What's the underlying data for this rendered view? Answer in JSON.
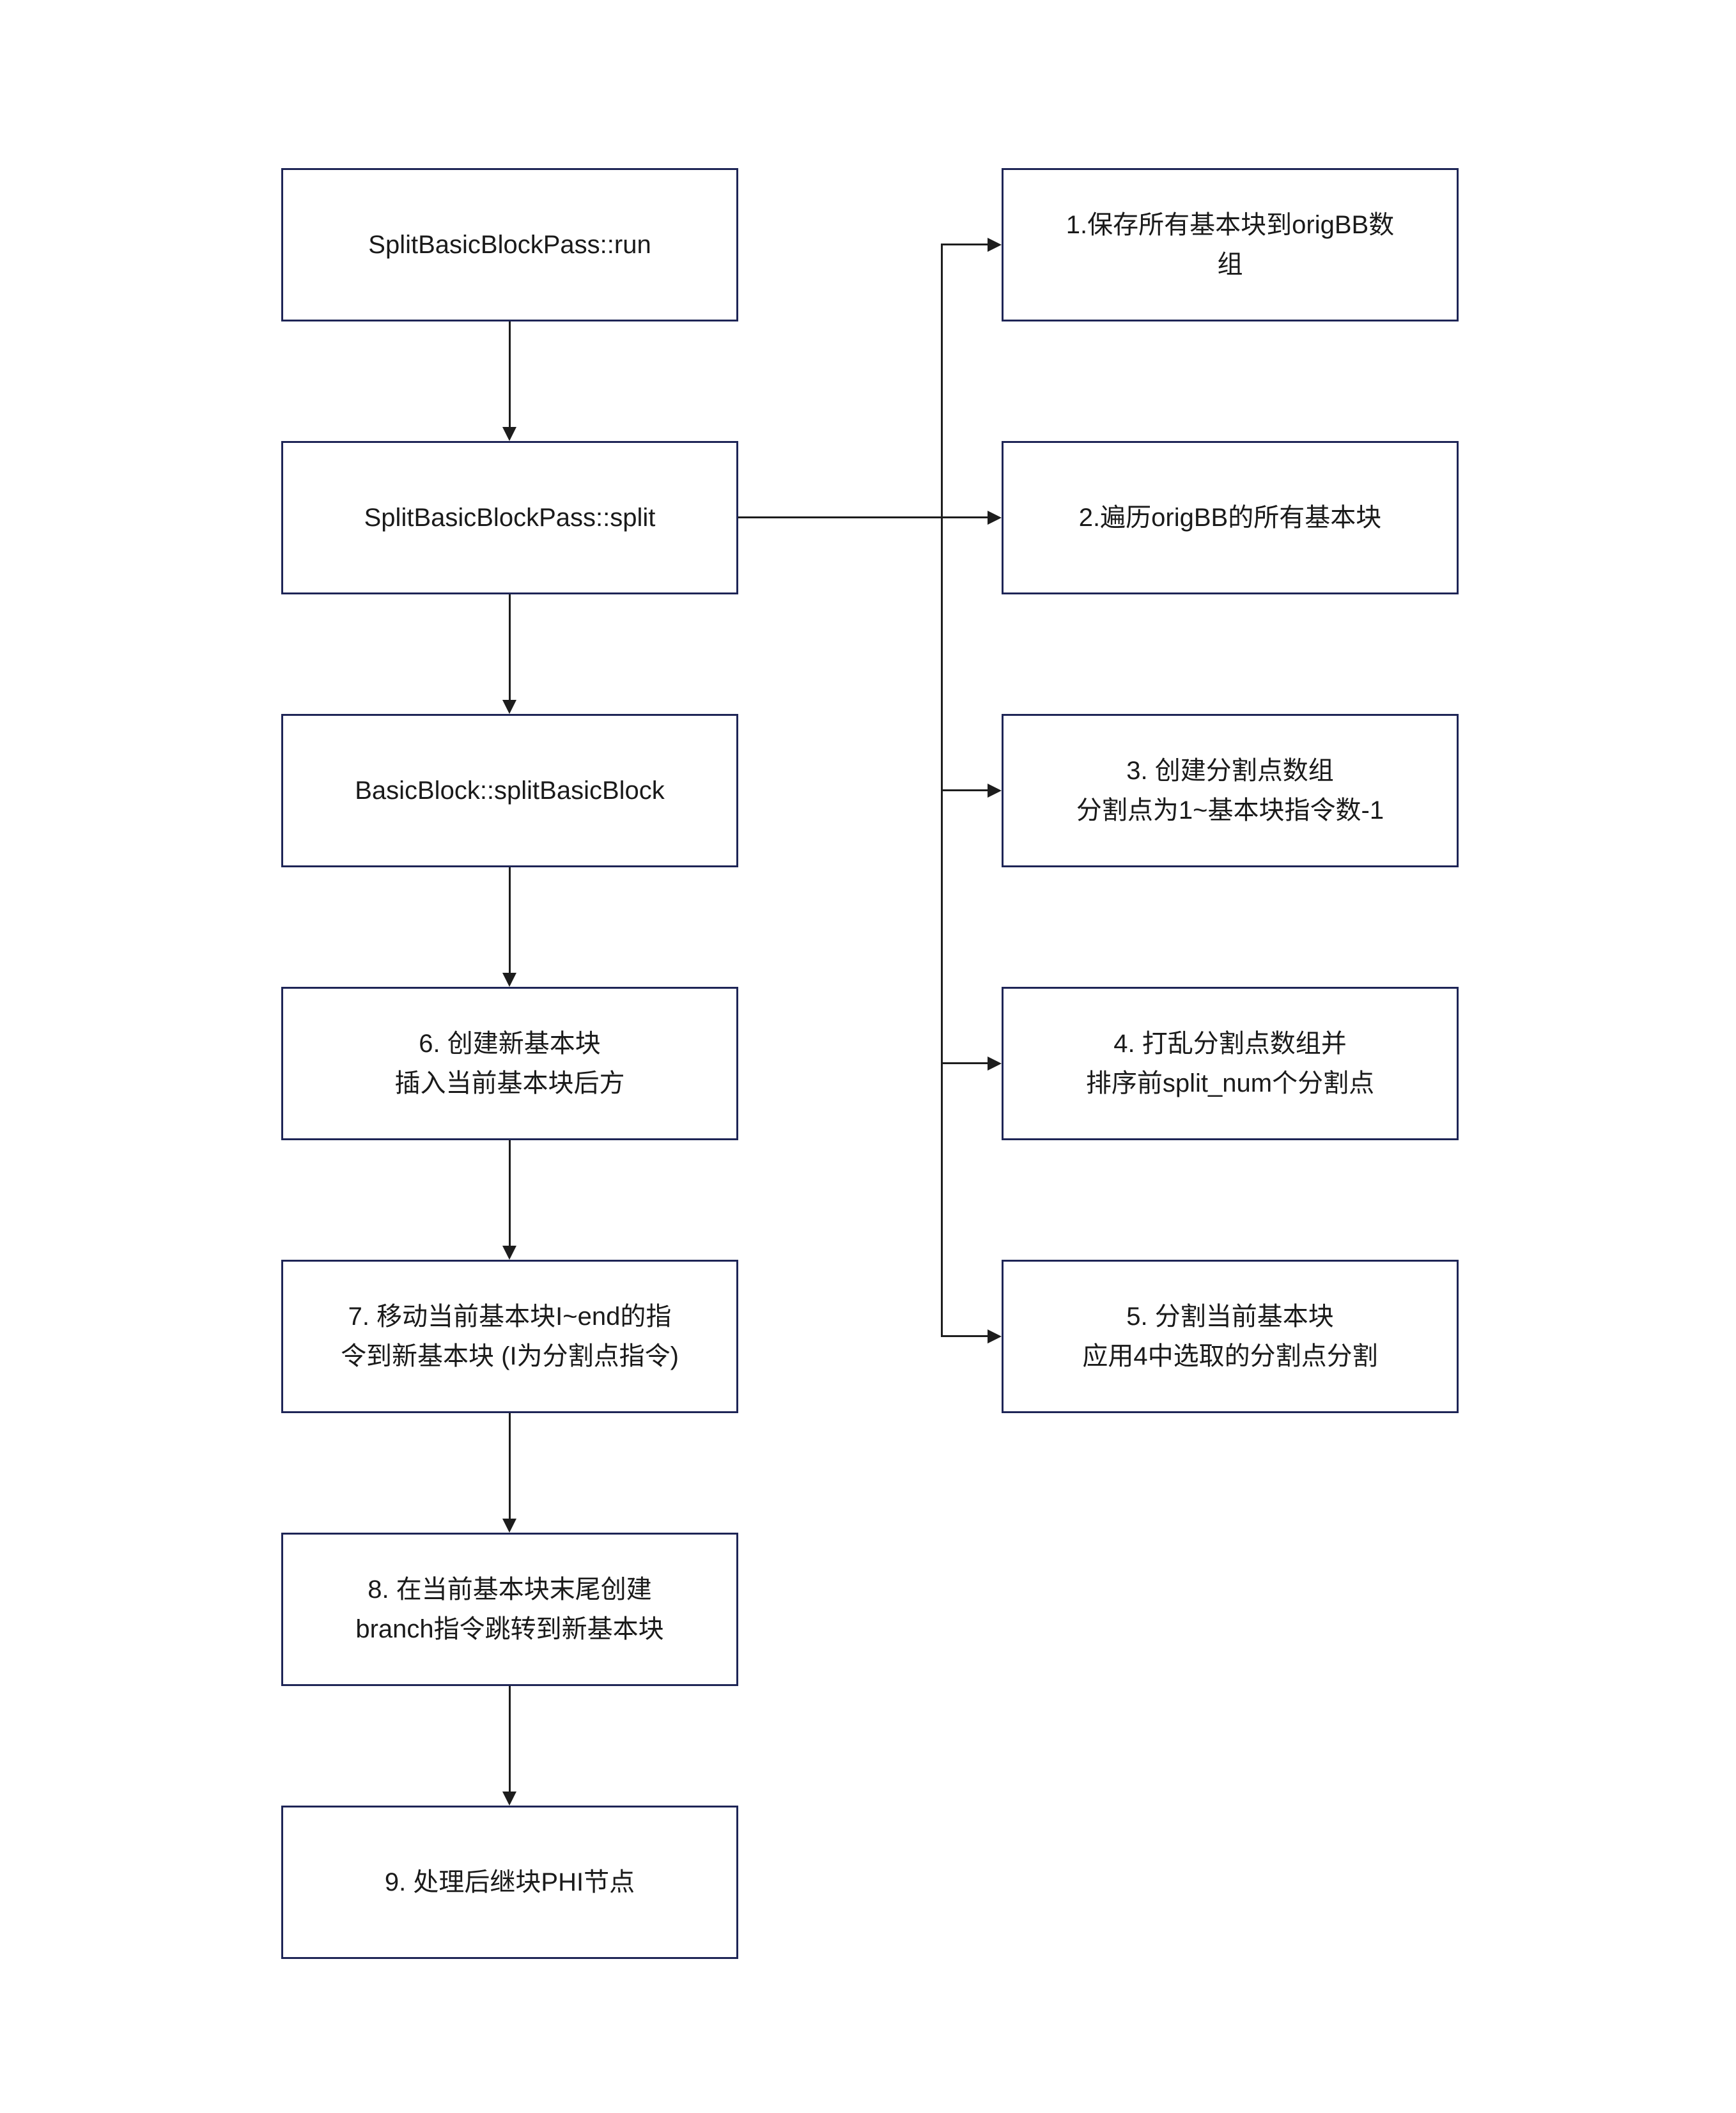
{
  "colors": {
    "canvas_bg": "#ffffff",
    "node_border": "#1e2556",
    "node_fill": "#ffffff",
    "edge": "#1d1d1d",
    "text": "#1a1a1a"
  },
  "nodes": {
    "left": [
      {
        "id": "run",
        "lines": [
          "SplitBasicBlockPass::run"
        ]
      },
      {
        "id": "split",
        "lines": [
          "SplitBasicBlockPass::split"
        ]
      },
      {
        "id": "splitBasicBlock",
        "lines": [
          "BasicBlock::splitBasicBlock"
        ]
      },
      {
        "id": "step6",
        "lines": [
          "6. 创建新基本块",
          "插入当前基本块后方"
        ]
      },
      {
        "id": "step7",
        "lines": [
          "7. 移动当前基本块I~end的指",
          "令到新基本块 (I为分割点指令)"
        ]
      },
      {
        "id": "step8",
        "lines": [
          "8. 在当前基本块末尾创建",
          "branch指令跳转到新基本块"
        ]
      },
      {
        "id": "step9",
        "lines": [
          "9. 处理后继块PHI节点"
        ]
      }
    ],
    "right": [
      {
        "id": "step1",
        "lines": [
          "1.保存所有基本块到origBB数",
          "组"
        ]
      },
      {
        "id": "step2",
        "lines": [
          "2.遍历origBB的所有基本块"
        ]
      },
      {
        "id": "step3",
        "lines": [
          "3. 创建分割点数组",
          "分割点为1~基本块指令数-1"
        ]
      },
      {
        "id": "step4",
        "lines": [
          "4. 打乱分割点数组并",
          "排序前split_num个分割点"
        ]
      },
      {
        "id": "step5",
        "lines": [
          "5. 分割当前基本块",
          "应用4中选取的分割点分割"
        ]
      }
    ]
  }
}
